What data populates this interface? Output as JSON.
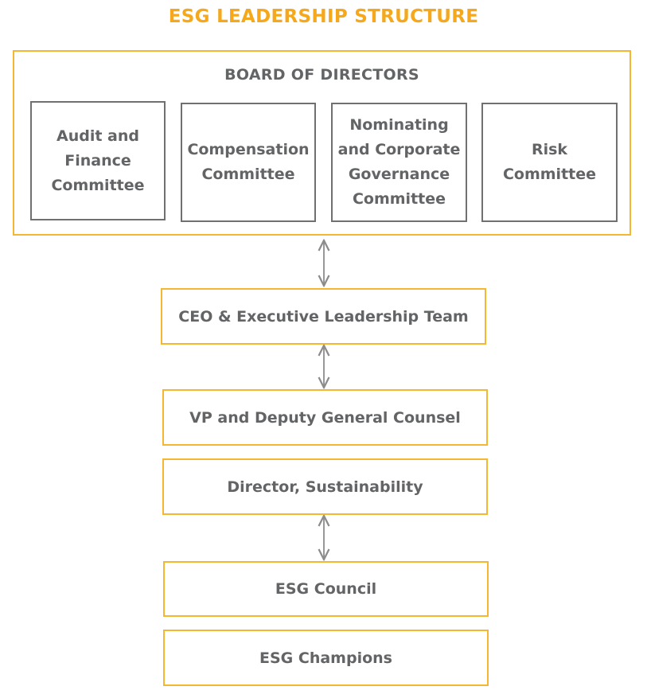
{
  "title": "ESG LEADERSHIP STRUCTURE",
  "board": {
    "title": "BOARD OF DIRECTORS",
    "committees": [
      "Audit and\nFinance\nCommittee",
      "Compensation\nCommittee",
      "Nominating\nand Corporate\nGovernance\nCommittee",
      "Risk\nCommittee"
    ]
  },
  "levels": [
    "CEO & Executive Leadership Team",
    "VP and Deputy General Counsel",
    "Director, Sustainability",
    "ESG Council",
    "ESG Champions"
  ],
  "colors": {
    "accent": "#F5B731",
    "title": "#F5A81C",
    "text": "#636466",
    "committee_border": "#707070",
    "arrow": "#8C8C8C"
  }
}
